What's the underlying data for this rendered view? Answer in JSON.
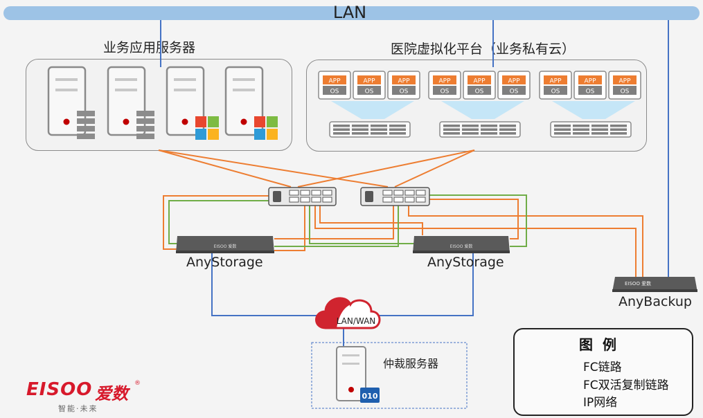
{
  "lan": {
    "label": "LAN"
  },
  "groups": {
    "business_servers": {
      "title": "业务应用服务器"
    },
    "virtualization": {
      "title": "医院虚拟化平台（业务私有云）",
      "app_label": "APP",
      "os_label": "OS"
    }
  },
  "storage": {
    "left_label": "AnyStorage",
    "right_label": "AnyStorage",
    "brand_text": "EISOO 爱数"
  },
  "backup": {
    "label": "AnyBackup"
  },
  "cloud": {
    "label": "LAN/WAN"
  },
  "arbiter": {
    "label": "仲裁服务器",
    "badge": "010"
  },
  "legend": {
    "title": "图例",
    "items": [
      {
        "label": "FC链路",
        "color": "#ed7d31"
      },
      {
        "label": "FC双活复制链路",
        "color": "#70ad47"
      },
      {
        "label": "IP网络",
        "color": "#4472c4"
      }
    ]
  },
  "logo": {
    "brand": "EISOO",
    "brand_cn": "爱数",
    "registered": "®",
    "slogan": "智能·未来"
  },
  "colors": {
    "fc": "#ed7d31",
    "replication": "#70ad47",
    "ip": "#4472c4",
    "lan_bar": "#9dc3e6",
    "app": "#ed7d31",
    "os": "#7f7f7f",
    "brand": "#d7192b"
  }
}
